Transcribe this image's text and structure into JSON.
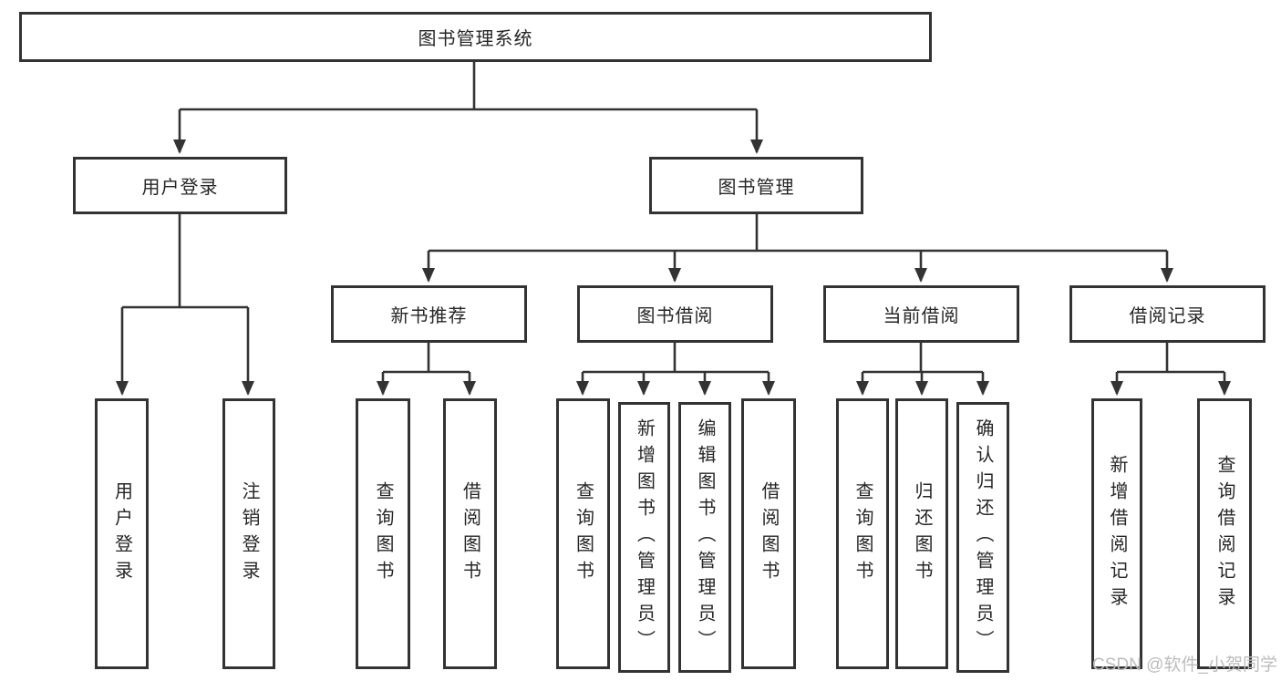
{
  "diagram": {
    "root": "图书管理系统",
    "level2": {
      "left": "用户登录",
      "right": "图书管理"
    },
    "level3": [
      "新书推荐",
      "图书借阅",
      "当前借阅",
      "借阅记录"
    ],
    "leaves": {
      "userLogin": [
        "用户登录",
        "注销登录"
      ],
      "newBooks": [
        "查询图书",
        "借阅图书"
      ],
      "borrow": [
        "查询图书",
        "新增图书（管理员）",
        "编辑图书（管理员）",
        "借阅图书"
      ],
      "current": [
        "查询图书",
        "归还图书",
        "确认归还（管理员）"
      ],
      "records": [
        "新增借阅记录",
        "查询借阅记录"
      ]
    }
  },
  "colors": {
    "line": "#333333",
    "text": "#262626",
    "watermark": "#bdbdbd",
    "box_background": "#ffffff"
  },
  "watermark": "CSDN @软件_小贺同学"
}
